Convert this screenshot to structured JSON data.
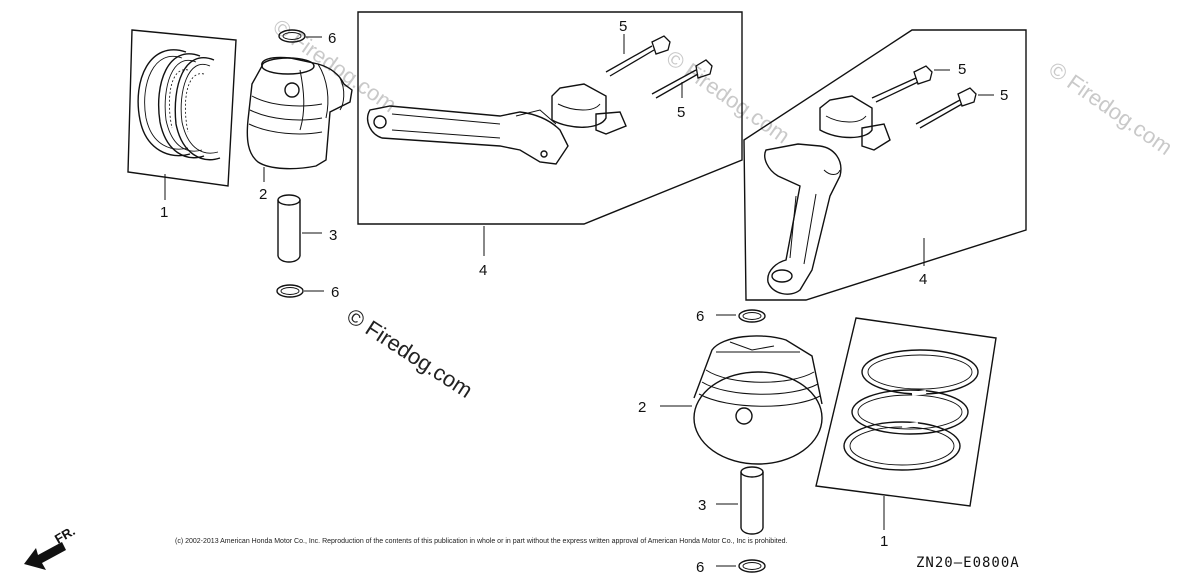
{
  "watermark": {
    "text": "© Firedog.com"
  },
  "callouts": {
    "piston_rings": "1",
    "piston": "2",
    "piston_pin": "3",
    "connecting_rod": "4",
    "rod_bolt": "5",
    "pin_clip": "6"
  },
  "footer": {
    "copyright": "(c) 2002-2013 American Honda Motor Co., Inc. Reproduction of the contents of this publication in whole or in part without the express written approval of American Honda Motor Co., Inc is prohibited.",
    "diagram_code": "ZN20—E0800A",
    "direction_label": "FR."
  }
}
